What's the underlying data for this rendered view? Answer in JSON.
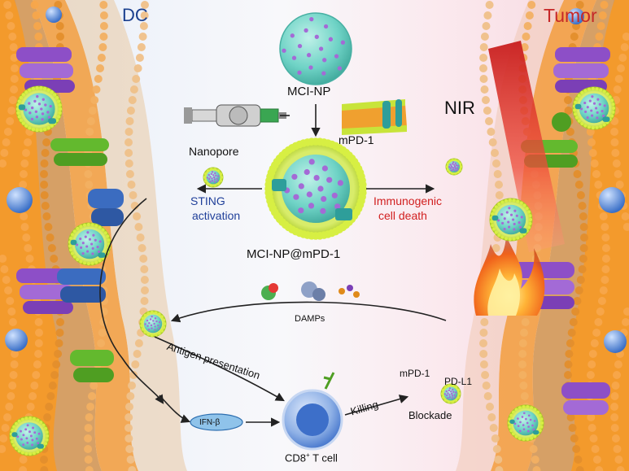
{
  "labels": {
    "dc": "DC",
    "tumor": "Tumor",
    "nir": "NIR",
    "mci_np": "MCI-NP",
    "nanopore": "Nanopore",
    "mpd1": "mPD-1",
    "sting": "STING",
    "sting_activation": "activation",
    "immunogenic": "Immunogenic",
    "cell_death": "cell death",
    "mci_np_mpd1": "MCI-NP@mPD-1",
    "damps": "DAMPs",
    "antigen_presentation": "Antigen presentation",
    "ifn_beta": "IFN-β",
    "cd8_prefix": "CD8",
    "cd8_sup": "+",
    "cd8_suffix": " T cell",
    "killing": "Killing",
    "mpd1_blockade": "mPD-1",
    "pdl1": "PD-L1",
    "blockade": "Blockade"
  },
  "colors": {
    "dc_label": "#1a3f8e",
    "tumor_label": "#c62828",
    "sting_text": "#1f3f99",
    "immunogenic_text": "#d11f1f",
    "membrane_orange": "#f39a2c",
    "membrane_tan": "#d6a066",
    "shell_yellow_green": "#c6e03a",
    "core_teal": "#6fd3c6",
    "receptor_purple": "#8d4fc7",
    "receptor_blue": "#3b6cc0",
    "receptor_green": "#63b92e",
    "laser_red": "#e53935",
    "fire_orange": "#ff8a1e",
    "tcell_blue": "#3d6fc9"
  },
  "icons": {
    "nanoparticle": "nanoparticle-icon",
    "syringe": "syringe-icon",
    "membrane_patch": "membrane-patch-icon",
    "fire": "fire-icon",
    "laser": "laser-beam-icon",
    "tcell": "t-cell-icon",
    "protein": "protein-icon"
  }
}
